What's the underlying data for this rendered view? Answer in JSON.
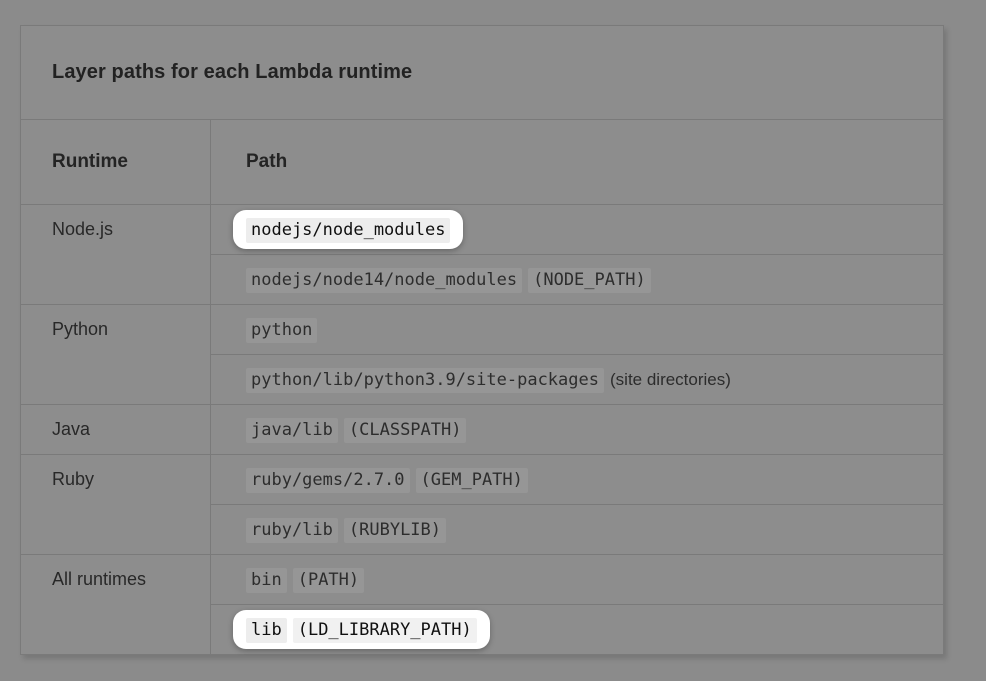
{
  "colors": {
    "dim_background": "#8b8b8b",
    "highlight_spotlight": "#ffffff",
    "code_chip_dimmed": "#969696",
    "code_chip_highlighted": "#ededed",
    "border": "#7a7a7a"
  },
  "table": {
    "title": "Layer paths for each Lambda runtime",
    "columns": {
      "runtime": "Runtime",
      "path": "Path"
    },
    "groups": [
      {
        "runtime": "Node.js",
        "paths": [
          {
            "code": "nodejs/node_modules",
            "highlighted": true
          },
          {
            "code": "nodejs/node14/node_modules",
            "env": "(NODE_PATH)"
          }
        ]
      },
      {
        "runtime": "Python",
        "paths": [
          {
            "code": "python"
          },
          {
            "code": "python/lib/python3.9/site-packages",
            "note": "(site directories)"
          }
        ]
      },
      {
        "runtime": "Java",
        "paths": [
          {
            "code": "java/lib",
            "env": "(CLASSPATH)"
          }
        ]
      },
      {
        "runtime": "Ruby",
        "paths": [
          {
            "code": "ruby/gems/2.7.0",
            "env": "(GEM_PATH)"
          },
          {
            "code": "ruby/lib",
            "env": "(RUBYLIB)"
          }
        ]
      },
      {
        "runtime": "All runtimes",
        "paths": [
          {
            "code": "bin",
            "env": "(PATH)"
          },
          {
            "code": "lib",
            "env": "(LD_LIBRARY_PATH)",
            "highlighted": true
          }
        ]
      }
    ]
  }
}
